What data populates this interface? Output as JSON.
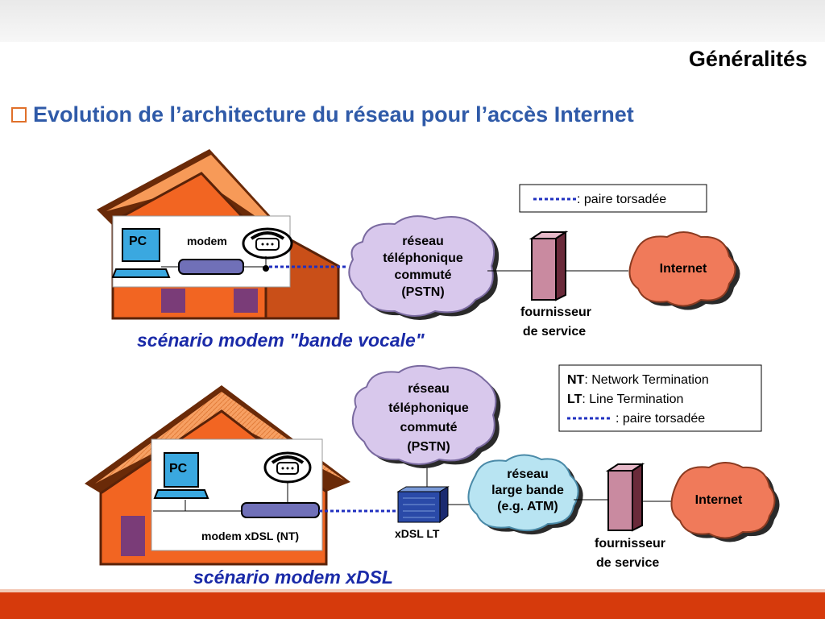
{
  "slide": {
    "title": "Généralités",
    "headline": "Evolution de l’architecture du réseau pour l’accès Internet"
  },
  "top_scenario": {
    "pc": "PC",
    "modem": "modem",
    "pstn": [
      "réseau",
      "téléphonique",
      "commuté",
      "(PSTN)"
    ],
    "provider": [
      "fournisseur",
      "de service"
    ],
    "internet": "Internet",
    "legend": ": paire torsadée",
    "caption": "scénario modem \"bande vocale\""
  },
  "bottom_scenario": {
    "pc": "PC",
    "modem": "modem  xDSL (NT)",
    "xdsl_lt": "xDSL LT",
    "pstn": [
      "réseau",
      "téléphonique",
      "commuté",
      "(PSTN)"
    ],
    "broadband": [
      "réseau",
      "large bande",
      "(e.g. ATM)"
    ],
    "provider": [
      "fournisseur",
      "de  service"
    ],
    "internet": "Internet",
    "legend": {
      "nt_abbr": "NT",
      "nt_text": ": Network Termination",
      "lt_abbr": "LT",
      "lt_text": ": Line Termination",
      "pair": ": paire torsadée"
    },
    "caption": "scénario modem xDSL"
  },
  "colors": {
    "accent": "#d63a0c",
    "headline": "#2f5aa8",
    "caption": "#1a2aa8",
    "cloud_pstn": "#d8c8ec",
    "cloud_broadband": "#b8e4f2",
    "cloud_internet": "#f07a5a",
    "house_wall": "#f26522",
    "house_roof": "#f79a58"
  },
  "icons": [
    "pc-icon",
    "modem-icon",
    "telephone-icon",
    "server-icon",
    "xdsl-lt-icon",
    "cloud-icon"
  ]
}
